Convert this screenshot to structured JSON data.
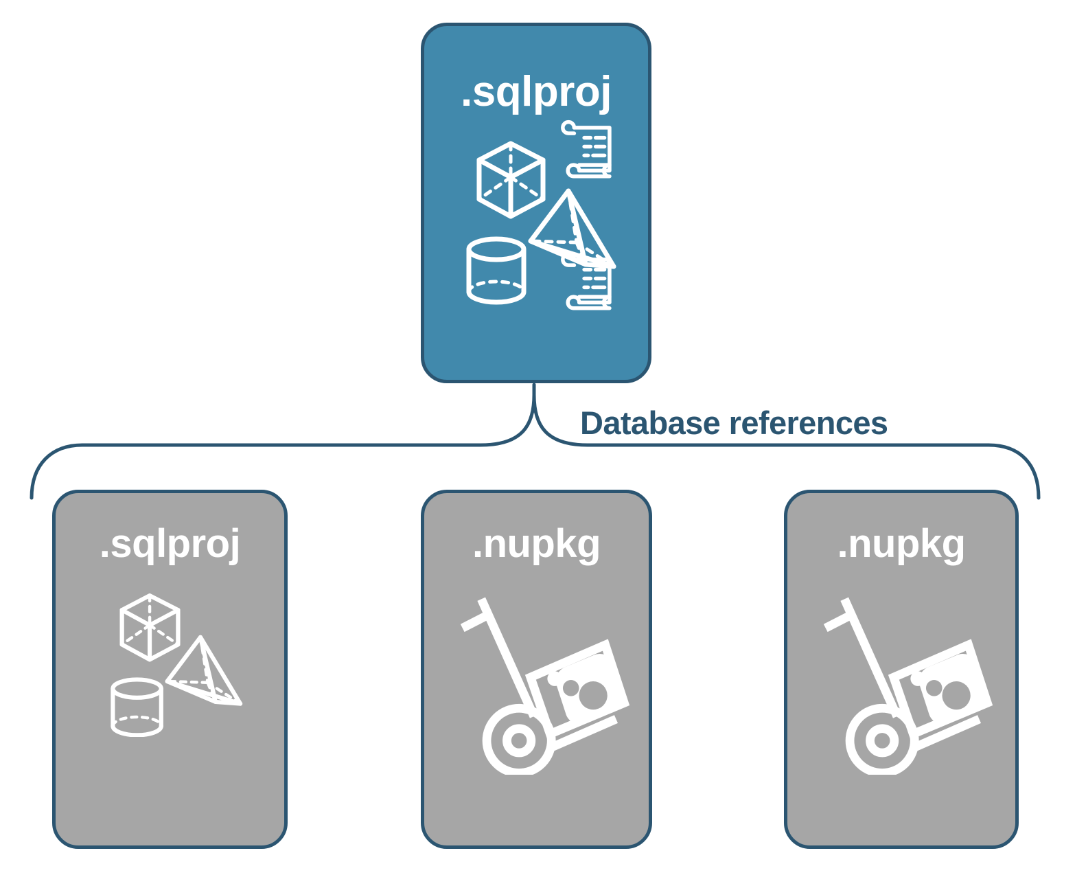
{
  "diagram": {
    "title_text": "Database references",
    "colors": {
      "card_primary_fill": "#4189AC",
      "card_secondary_fill": "#A6A6A6",
      "border": "#2B5571",
      "label_text": "#2B5571",
      "icon_stroke": "#FFFFFF",
      "background": "#FFFFFF"
    },
    "top_node": {
      "label": ".sqlproj",
      "fill": "#4189AC",
      "icons": [
        "cube-wireframe-icon",
        "pyramid-wireframe-icon",
        "cylinder-wireframe-icon",
        "script-scroll-icon",
        "script-scroll-icon"
      ]
    },
    "relationship": {
      "label": "Database references",
      "type": "bracket-fan"
    },
    "referenced_nodes": [
      {
        "label": ".sqlproj",
        "fill": "#A6A6A6",
        "icons": [
          "cube-wireframe-icon",
          "pyramid-wireframe-icon",
          "cylinder-wireframe-icon"
        ]
      },
      {
        "label": ".nupkg",
        "fill": "#A6A6A6",
        "icons": [
          "hand-truck-package-icon"
        ]
      },
      {
        "label": ".nupkg",
        "fill": "#A6A6A6",
        "icons": [
          "hand-truck-package-icon"
        ]
      }
    ]
  }
}
